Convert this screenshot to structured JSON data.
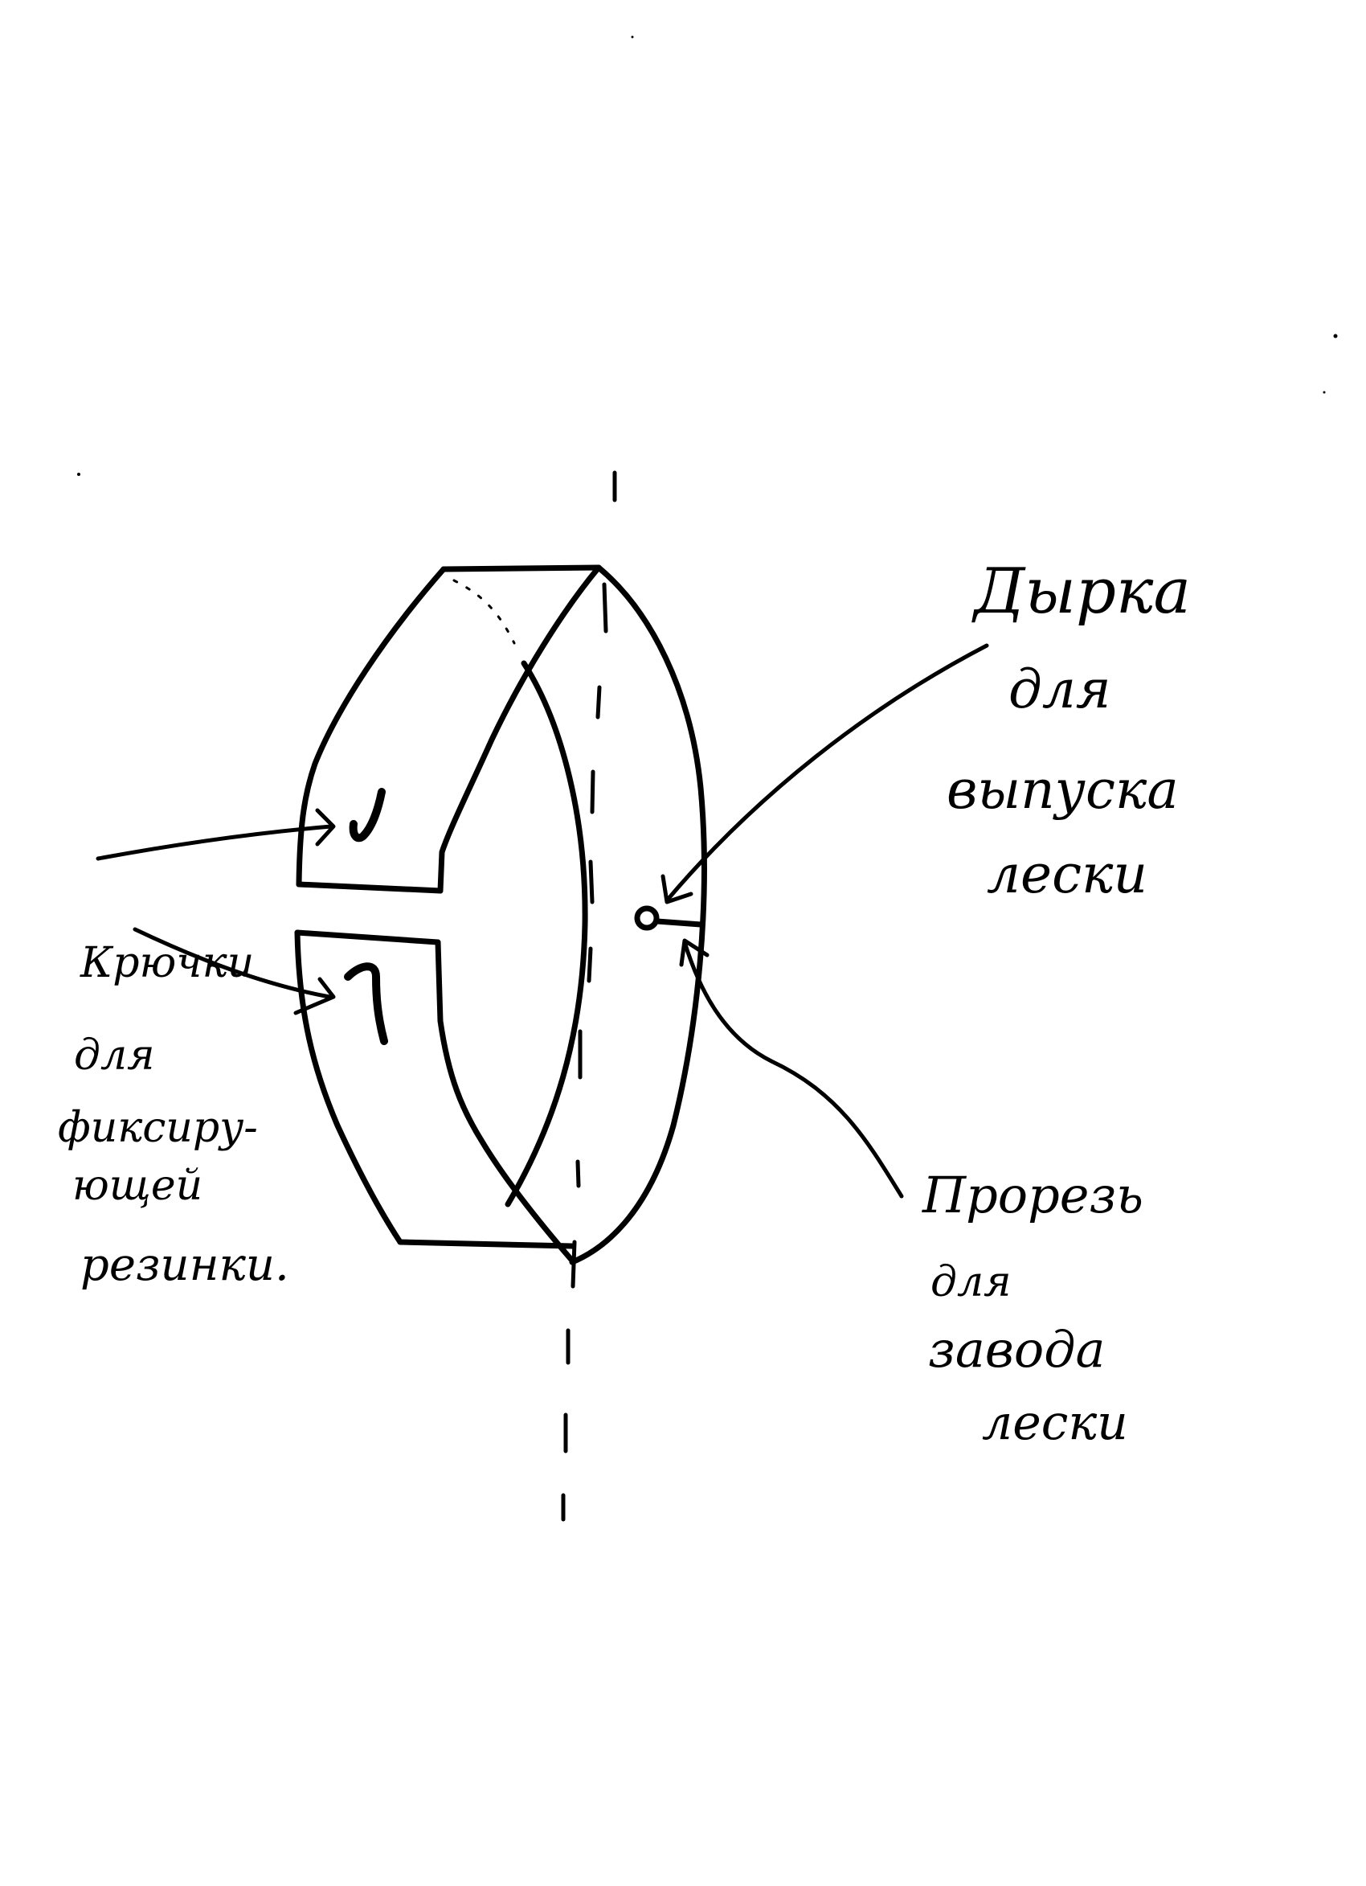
{
  "diagram": {
    "ink_color": "#000000",
    "background_color": "#ffffff",
    "labels": {
      "hole": [
        "Дырка",
        "для",
        "выпуска",
        "лески"
      ],
      "slot": [
        "Прорезь",
        "для",
        "завода",
        "лески"
      ],
      "hooks": [
        "Крючки",
        "для",
        "фиксиру-",
        "ющей",
        "резинки."
      ]
    }
  }
}
